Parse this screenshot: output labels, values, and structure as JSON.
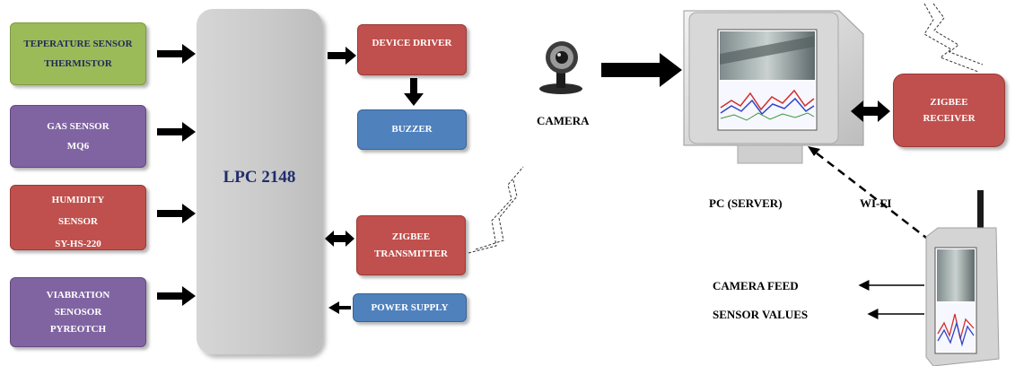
{
  "sensors": {
    "temperature": {
      "line1": "TEPERATURE SENSOR",
      "line2": "THERMISTOR"
    },
    "gas": {
      "line1": "GAS SENSOR",
      "line2": "MQ6"
    },
    "humidity": {
      "line1": "HUMIDITY",
      "line2": "SENSOR",
      "line3": "SY-HS-220"
    },
    "vibration": {
      "line1": "VIABRATION",
      "line2": "SENOSOR",
      "line3": "PYREOTCH"
    }
  },
  "controller": {
    "label": "LPC 2148"
  },
  "outputs": {
    "device_driver": "DEVICE DRIVER",
    "buzzer": "BUZZER",
    "zigbee_tx": {
      "line1": "ZIGBEE",
      "line2": "TRANSMITTER"
    },
    "power_supply": "POWER SUPPLY"
  },
  "receiver_side": {
    "camera": "CAMERA",
    "pc_server": "PC (SERVER)",
    "wifi": "WI-FI",
    "zigbee_rx": {
      "line1": "ZIGBEE",
      "line2": "RECEIVER"
    },
    "camera_feed": "CAMERA FEED",
    "sensor_values": "SENSOR VALUES"
  },
  "colors": {
    "green": "#9bbb59",
    "purple": "#8064a2",
    "red": "#c0504d",
    "blue": "#4f81bd",
    "controller_text": "#1f2d6b"
  },
  "icons": [
    "arrow-right-icon",
    "arrow-down-icon",
    "double-arrow-icon",
    "arrow-left-icon",
    "camera-icon",
    "monitor-icon",
    "mobile-device-icon",
    "antenna-icon",
    "signal-wave-icon"
  ]
}
